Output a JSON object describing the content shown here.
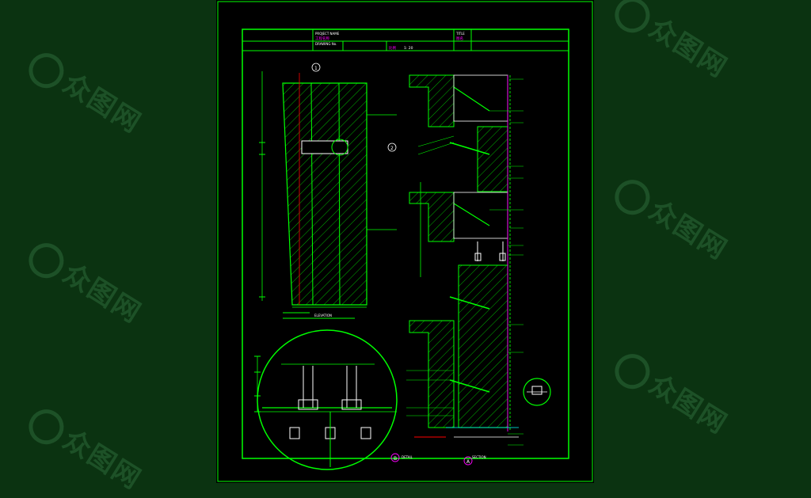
{
  "title_block": {
    "project_name_label": "PROJECT NAME",
    "project_name_value": "工程名称",
    "drawing_no_label": "DRAWING No.",
    "scale_label": "比例",
    "scale_value": "1: 20",
    "title_label": "TITLE",
    "title_value": "图名"
  },
  "elevation_label": "ELEVATION",
  "section_label": "SECTION",
  "detail_label": "DETAIL",
  "grid_marks": [
    "1",
    "2",
    "A",
    "B"
  ],
  "watermark": "众图网",
  "colors": {
    "background": "#0b3311",
    "sheet": "#000000",
    "frame": "#00ff00",
    "hatch": "#00ff00",
    "magenta": "#ff00ff",
    "red": "#ff0000",
    "cyan": "#00ffff",
    "white": "#ffffff"
  }
}
